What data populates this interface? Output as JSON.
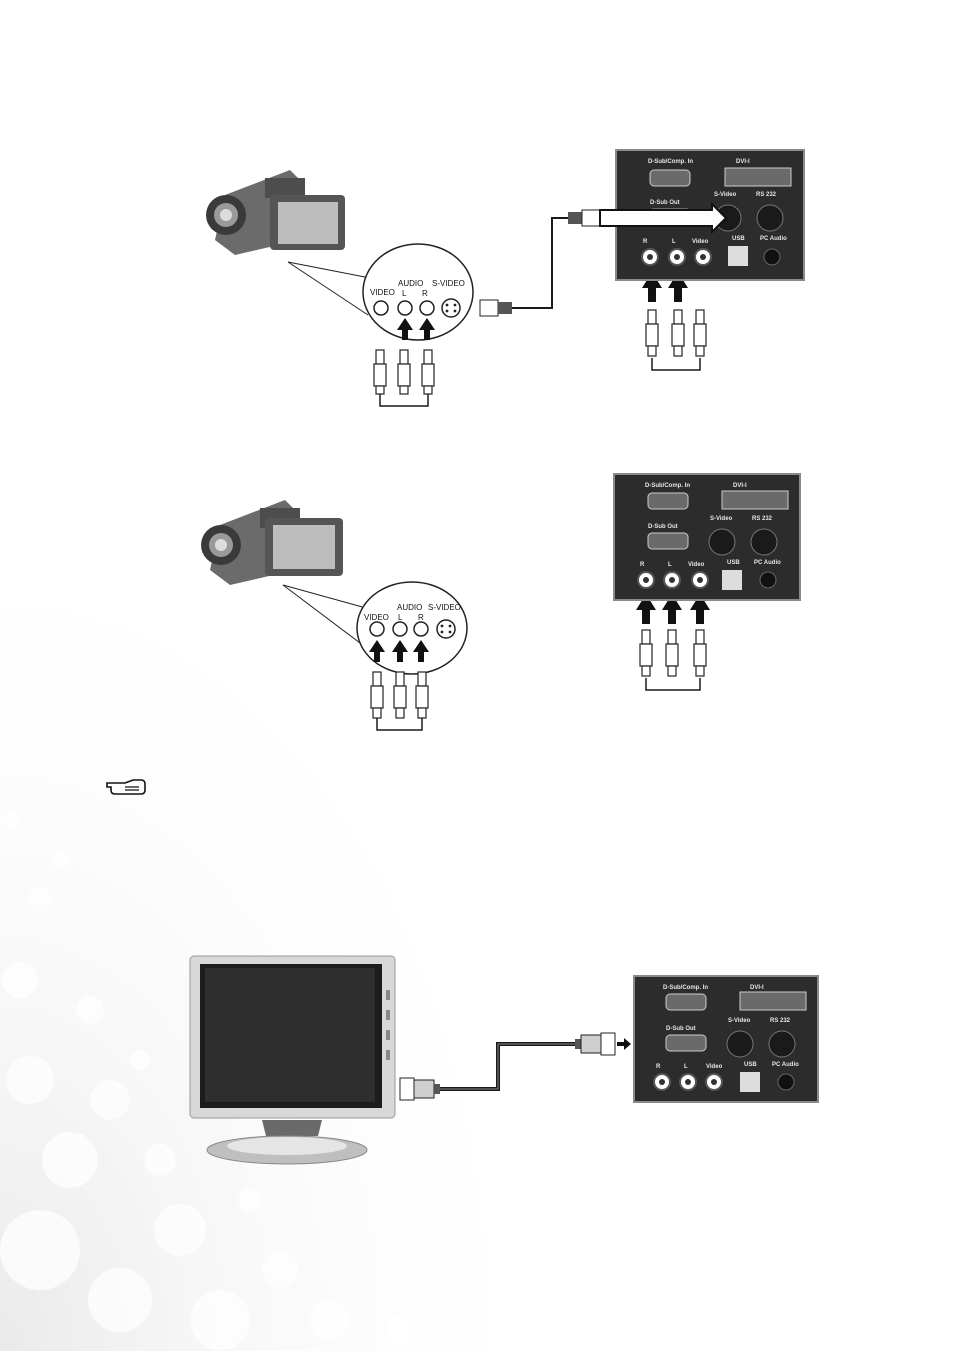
{
  "colors": {
    "panel": "#2c2c2c",
    "panel_border": "#8a8a8a",
    "cable": "#1a1a1a",
    "bubble": "#e9e9e9"
  },
  "projector_panel": {
    "dsub_comp_in": "D-Sub/Comp. In",
    "dvi": "DVI-I",
    "dsub_out": "D-Sub Out",
    "svideo": "S-Video",
    "rs232": "RS 232",
    "r": "R",
    "l": "L",
    "video": "Video",
    "usb": "USB",
    "pc_audio": "PC Audio"
  },
  "camcorder_jacks": {
    "video": "VIDEO",
    "audio": "AUDIO",
    "l": "L",
    "r": "R",
    "svideo": "S-VIDEO"
  },
  "icons": {
    "note": "note-hand-icon"
  }
}
